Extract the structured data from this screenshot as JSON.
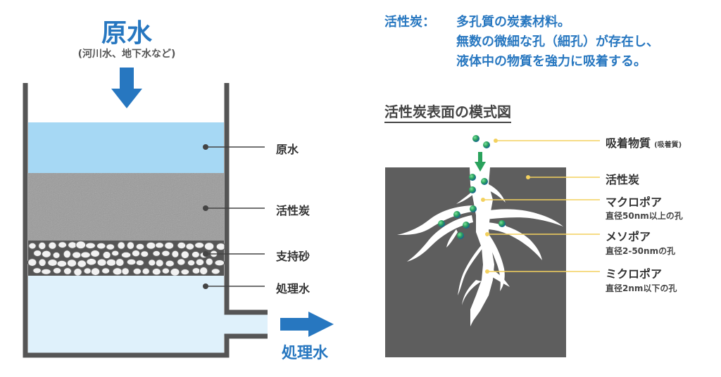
{
  "left": {
    "raw_water_title": "原水",
    "raw_water_sub": "(河川水、地下水など)",
    "layers": {
      "raw_water": "原水",
      "activated_carbon": "活性炭",
      "support_sand": "支持砂",
      "treated_water": "処理水"
    },
    "outflow_label": "処理水"
  },
  "right": {
    "definition_term": "活性炭：",
    "definition_lines": [
      "多孔質の炭素材料。",
      "無数の微細な孔（細孔）が存在し、",
      "液体中の物質を強力に吸着する。"
    ],
    "diagram_title": "活性炭表面の模式図",
    "labels": {
      "adsorbate": "吸着物質",
      "adsorbate_sub": "(吸着質)",
      "carbon": "活性炭",
      "macropore": "マクロポア",
      "macropore_desc": "直径50nm以上の孔",
      "mesopore": "メソポア",
      "mesopore_desc": "直径2-50nmの孔",
      "micropore": "ミクロポア",
      "micropore_desc": "直径2nm以下の孔"
    }
  },
  "colors": {
    "accent_blue": "#2777c0",
    "raw_water": "#a6d8f4",
    "treated_water": "#dff1fb",
    "carbon_gray": "#5e5e5e",
    "adsorbate_green": "#2aa25c",
    "leader_yellow": "#f3d15f"
  }
}
